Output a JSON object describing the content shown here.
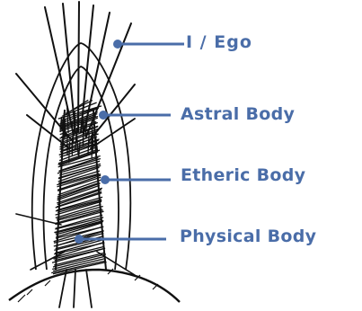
{
  "colors": {
    "label": "#4a6da8",
    "ink": "#111111"
  },
  "labels": {
    "ego": "I / Ego",
    "astral": "Astral Body",
    "etheric": "Etheric Body",
    "physical": "Physical Body"
  }
}
